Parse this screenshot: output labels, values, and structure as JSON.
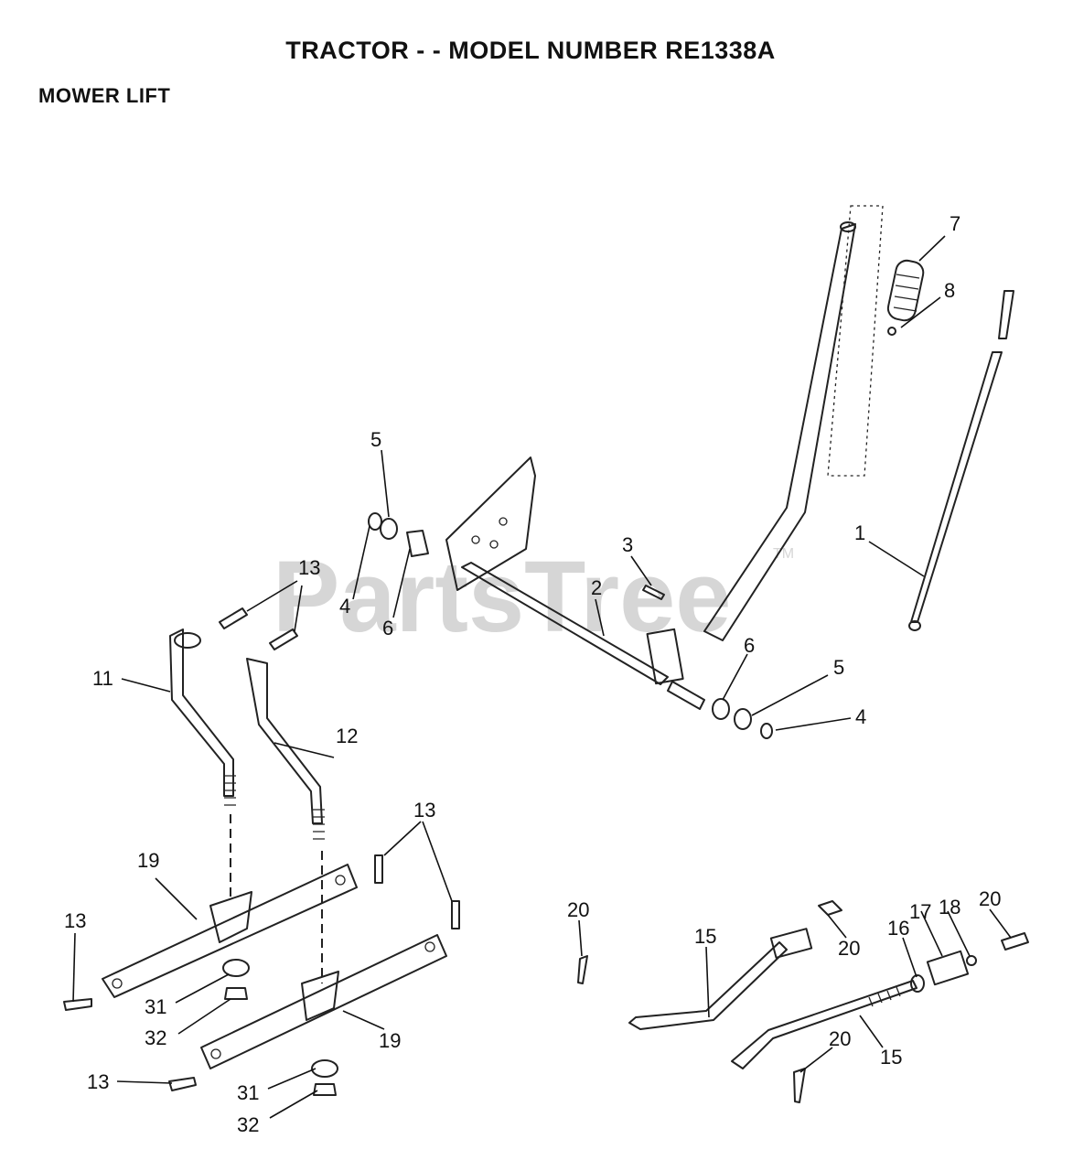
{
  "header": {
    "title": "TRACTOR - - MODEL NUMBER RE1338A",
    "subtitle": "MOWER LIFT"
  },
  "watermark": {
    "text": "PartsTree",
    "mark": "TM"
  },
  "callouts": [
    "7",
    "8",
    "5",
    "1",
    "3",
    "13",
    "2",
    "4",
    "6",
    "6",
    "5",
    "4",
    "11",
    "12",
    "13",
    "19",
    "13",
    "20",
    "15",
    "20",
    "17",
    "18",
    "20",
    "16",
    "31",
    "32",
    "19",
    "20",
    "15",
    "13",
    "31",
    "32"
  ]
}
